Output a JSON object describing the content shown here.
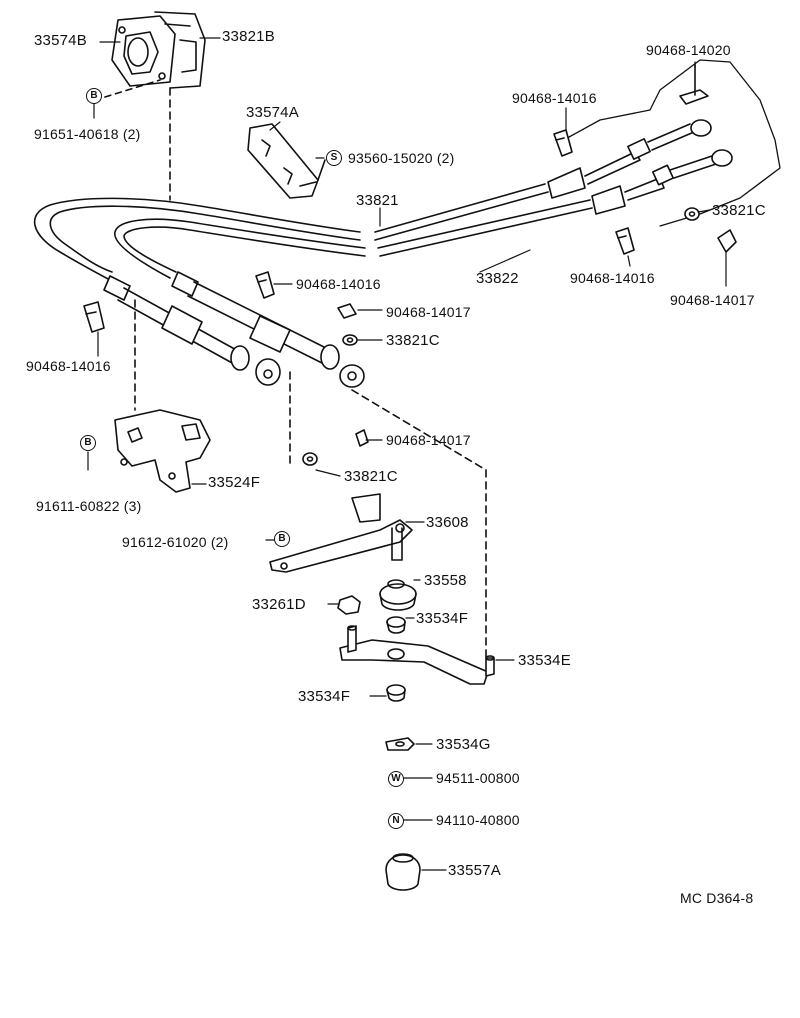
{
  "colors": {
    "ink": "#111111",
    "paper": "#ffffff"
  },
  "labels": {
    "p33574B": "33574B",
    "p33821B": "33821B",
    "p91651": "91651-40618 (2)",
    "p90468_14020": "90468-14020",
    "p90468_14016_top": "90468-14016",
    "p33574A": "33574A",
    "p93560": "93560-15020 (2)",
    "p33821": "33821",
    "p33821C_right": "33821C",
    "p33822": "33822",
    "p90468_14016_right": "90468-14016",
    "p90468_14017_right": "90468-14017",
    "p90468_14016_mid": "90468-14016",
    "p90468_14017_mid": "90468-14017",
    "p33821C_mid": "33821C",
    "p90468_14016_left": "90468-14016",
    "p90468_14017_low": "90468-14017",
    "p33821C_low": "33821C",
    "p33524F": "33524F",
    "p91611": "91611-60822 (3)",
    "p33608": "33608",
    "p91612": "91612-61020 (2)",
    "p33558": "33558",
    "p33261D": "33261D",
    "p33534F_a": "33534F",
    "p33534E": "33534E",
    "p33534F_b": "33534F",
    "p33534G": "33534G",
    "p94511": "94511-00800",
    "p94110": "94110-40800",
    "p33557A": "33557A",
    "code": "MC D364-8"
  },
  "badges": {
    "b1": "B",
    "s1": "S",
    "b2": "B",
    "b3": "B",
    "w1": "W",
    "n1": "N"
  }
}
